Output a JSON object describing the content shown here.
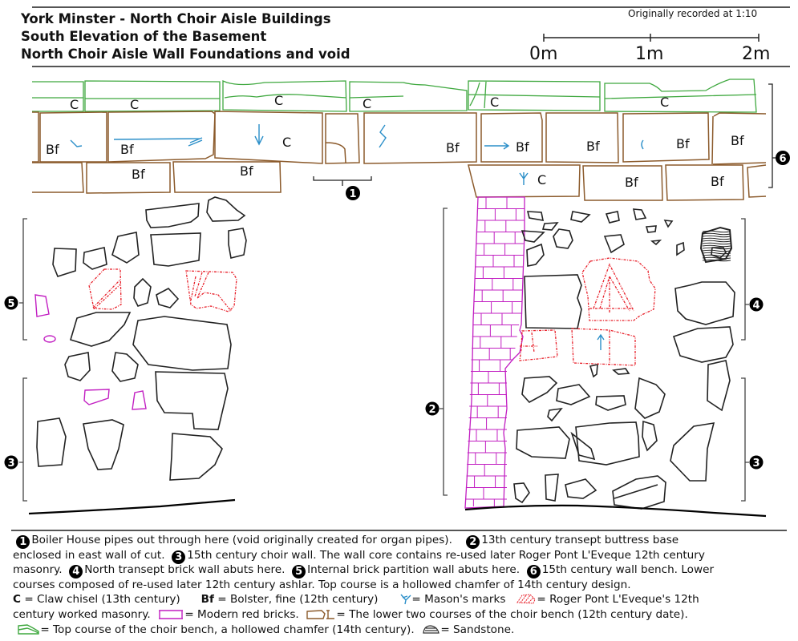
{
  "header": {
    "title_lines": [
      "York Minster - North Choir Aisle Buildings",
      "South Elevation of the Basement",
      "North Choir Aisle Wall Foundations and void"
    ],
    "scale_note": "Originally recorded at 1:10",
    "scale_labels": [
      "0m",
      "1m",
      "2m"
    ]
  },
  "drawing": {
    "stone_labels": {
      "top_course": [
        "C",
        "C",
        "C",
        "C",
        "C",
        "C"
      ],
      "middle_course": [
        "Bf",
        "Bf",
        "C",
        "Bf",
        "Bf",
        "Bf",
        "Bf",
        "Bf"
      ],
      "lower_course": [
        "Bf",
        "Bf",
        "C",
        "Bf",
        "Bf"
      ]
    },
    "markers": [
      "1",
      "2",
      "3",
      "3",
      "4",
      "5",
      "6"
    ],
    "colors": {
      "chamfer_green": "#3fa83f",
      "bench_brown": "#8b5a2b",
      "brick_magenta": "#c21fc2",
      "roger_red": "#e8202a",
      "mason_blue": "#2b8fc9",
      "stone_black": "#222222"
    }
  },
  "legend": {
    "notes": [
      {
        "num": "1",
        "text": "Boiler  House pipes out through here (void originally created for organ pipes)."
      },
      {
        "num": "2",
        "text": "13th century transept buttress base enclosed in east wall of cut."
      },
      {
        "num": "3",
        "text": "15th century choir wall. The wall core contains re-used later Roger Pont L'Eveque 12th century masonry."
      },
      {
        "num": "4",
        "text": "North transept brick wall abuts here."
      },
      {
        "num": "5",
        "text": "Internal brick partition wall abuts here."
      },
      {
        "num": "6",
        "text": "15th century wall bench. Lower courses composed of re-used later 12th century ashlar. Top course is a hollowed chamfer of 14th century design."
      }
    ],
    "line1_a": "Boiler  House pipes out through here (void originally created for organ pipes).",
    "line1_b": "13th century transept buttress base",
    "line2_a": "enclosed in east wall of cut.",
    "line2_b": "15th century choir wall. The wall core contains re-used later Roger Pont L'Eveque 12th century",
    "line3_a": "masonry.",
    "line3_b": "North transept brick wall abuts here.",
    "line3_c": "Internal brick partition wall abuts here.",
    "line3_d": "15th century wall bench. Lower",
    "line4": "courses composed of re-used later 12th century ashlar. Top course is a hollowed chamfer of 14th century design.",
    "key": {
      "c_abbr": "C",
      "c_desc": "= Claw chisel (13th century)",
      "bf_abbr": "Bf",
      "bf_desc": "= Bolster, fine (12th century)",
      "mason_desc": "= Mason's marks",
      "roger_desc_a": "= Roger Pont L'Eveque's 12th",
      "roger_desc_b": "century worked masonry.",
      "brick_desc": "= Modern red bricks.",
      "bench_desc": "= The lower two courses of the choir bench (12th century date).",
      "chamfer_desc": "= Top course of the choir bench, a hollowed chamfer (14th century).",
      "sandstone_desc": "= Sandstone."
    }
  }
}
